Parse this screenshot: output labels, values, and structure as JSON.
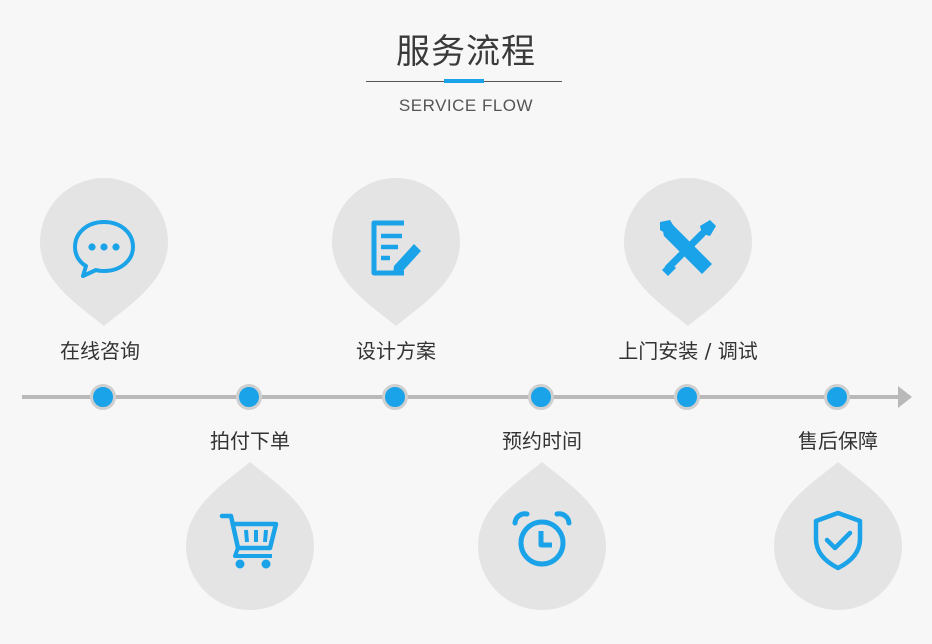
{
  "header": {
    "title": "服务流程",
    "subtitle": "SERVICE FLOW"
  },
  "colors": {
    "accent": "#1aa3e8",
    "drop": "#e4e4e4",
    "line": "#b9b9b9"
  },
  "steps": [
    {
      "label": "在线咨询",
      "icon": "chat-icon"
    },
    {
      "label": "拍付下单",
      "icon": "cart-icon"
    },
    {
      "label": "设计方案",
      "icon": "design-edit-icon"
    },
    {
      "label": "预约时间",
      "icon": "alarm-clock-icon"
    },
    {
      "label": "上门安装 / 调试",
      "icon": "tools-icon"
    },
    {
      "label": "售后保障",
      "icon": "shield-check-icon"
    }
  ]
}
